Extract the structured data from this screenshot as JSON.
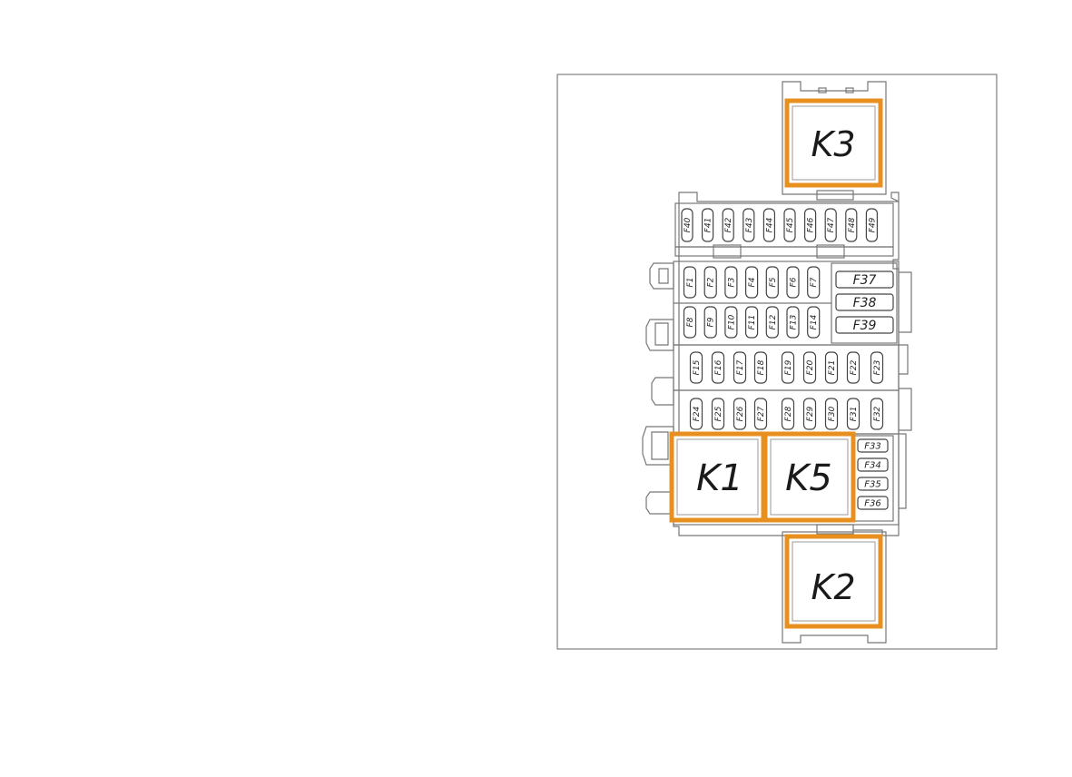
{
  "colors": {
    "relay_highlight": "#E8901F",
    "outline": "#555555",
    "frame": "#666666"
  },
  "relays": [
    {
      "id": "K3",
      "label": "K3"
    },
    {
      "id": "K1",
      "label": "K1"
    },
    {
      "id": "K5",
      "label": "K5"
    },
    {
      "id": "K2",
      "label": "K2"
    }
  ],
  "fuse_rows": [
    {
      "row": "top-vertical",
      "labels": [
        "F40",
        "F41",
        "F42",
        "F43",
        "F44",
        "F45",
        "F46",
        "F47",
        "F48",
        "F49"
      ]
    },
    {
      "row": "row-1",
      "labels": [
        "F1",
        "F2",
        "F3",
        "F4",
        "F5",
        "F6",
        "F7"
      ]
    },
    {
      "row": "row-2",
      "labels": [
        "F8",
        "F9",
        "F10",
        "F11",
        "F12",
        "F13",
        "F14"
      ]
    },
    {
      "row": "row-3",
      "labels": [
        "F15",
        "F16",
        "F17",
        "F18",
        "F19",
        "F20",
        "F21",
        "F22",
        "F23"
      ]
    },
    {
      "row": "row-4",
      "labels": [
        "F24",
        "F25",
        "F26",
        "F27",
        "F28",
        "F29",
        "F30",
        "F31",
        "F32"
      ]
    }
  ],
  "horizontal_fuses_large": [
    "F37",
    "F38",
    "F39"
  ],
  "horizontal_fuses_small": [
    "F33",
    "F34",
    "F35",
    "F36"
  ]
}
